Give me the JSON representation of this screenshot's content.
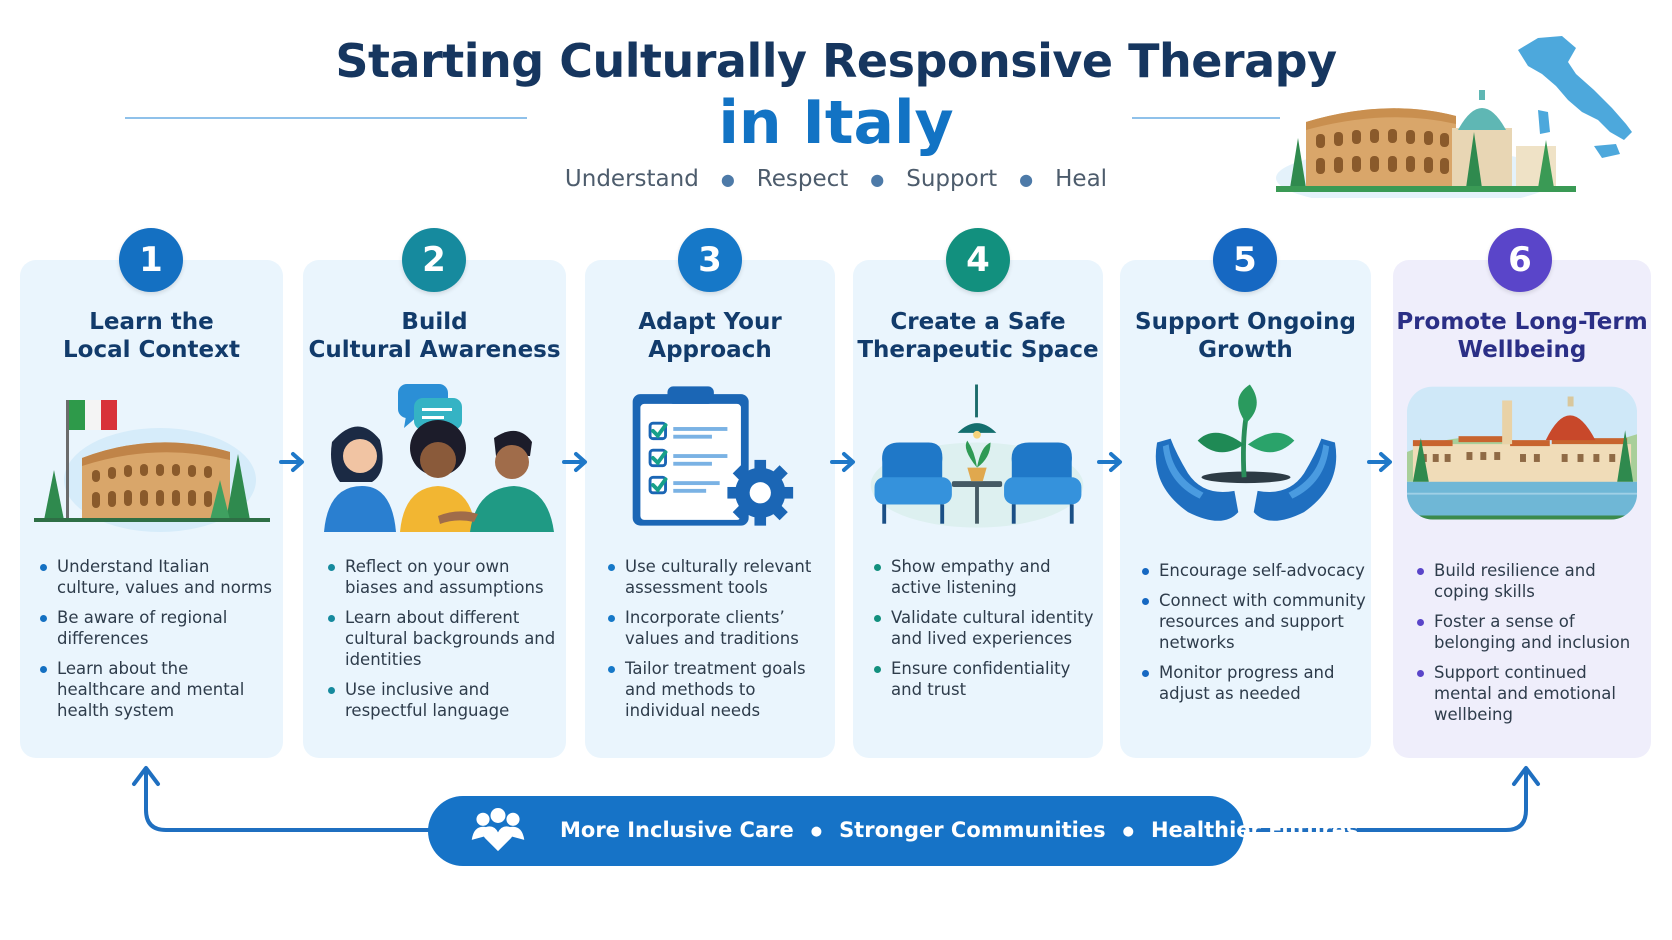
{
  "title": {
    "line1": "Starting Culturally Responsive  Therapy",
    "line2": "in Italy"
  },
  "tagline": [
    "Understand",
    "Respect",
    "Support",
    "Heal"
  ],
  "steps": [
    {
      "number": "1",
      "title_line1": "Learn the",
      "title_line2": "Local Context",
      "color": "#1470c2",
      "bullets": [
        "Understand Italian culture, values and norms",
        "Be aware of regional differences",
        "Learn about the healthcare and mental health system"
      ]
    },
    {
      "number": "2",
      "title_line1": "Build",
      "title_line2": "Cultural Awareness",
      "color": "#168a9e",
      "bullets": [
        "Reflect on your own biases and assumptions",
        "Learn about different cultural backgrounds and identities",
        "Use inclusive and respectful language"
      ]
    },
    {
      "number": "3",
      "title_line1": "Adapt Your",
      "title_line2": "Approach",
      "color": "#1678c8",
      "bullets": [
        "Use culturally relevant assessment tools",
        "Incorporate clients’ values and traditions",
        "Tailor treatment goals and methods to individual needs"
      ]
    },
    {
      "number": "4",
      "title_line1": "Create a Safe",
      "title_line2": "Therapeutic Space",
      "color": "#12907e",
      "bullets": [
        "Show empathy and active listening",
        "Validate cultural identity and lived experiences",
        "Ensure confidentiality and trust"
      ]
    },
    {
      "number": "5",
      "title_line1": "Support Ongoing",
      "title_line2": "Growth",
      "color": "#1668c2",
      "bullets": [
        "Encourage self-advocacy",
        "Connect with community resources and support networks",
        "Monitor progress and adjust as needed"
      ]
    },
    {
      "number": "6",
      "title_line1": "Promote Long-Term",
      "title_line2": "Wellbeing",
      "color": "#5a45c9",
      "bullets": [
        "Build resilience and coping skills",
        "Foster a sense of belonging and inclusion",
        "Support continued mental and emotional wellbeing"
      ]
    }
  ],
  "banner": {
    "items": [
      "More Inclusive Care",
      "Stronger Communities",
      "Healthier Futures"
    ],
    "icon": "people-heart-icon"
  },
  "colors": {
    "navy": "#16365f",
    "accent_blue": "#1273c4",
    "card_bg": "#eaf5fd",
    "card6_bg": "#efeefb",
    "banner": "#1673c7"
  }
}
